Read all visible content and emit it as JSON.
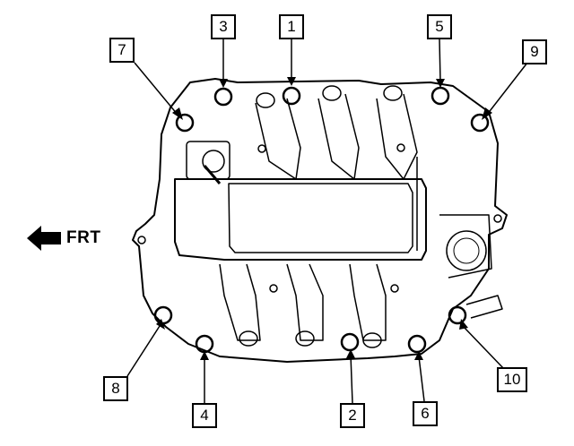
{
  "direction_label": "FRT",
  "callouts": [
    {
      "id": "1",
      "label": "1"
    },
    {
      "id": "2",
      "label": "2"
    },
    {
      "id": "3",
      "label": "3"
    },
    {
      "id": "4",
      "label": "4"
    },
    {
      "id": "5",
      "label": "5"
    },
    {
      "id": "6",
      "label": "6"
    },
    {
      "id": "7",
      "label": "7"
    },
    {
      "id": "8",
      "label": "8"
    },
    {
      "id": "9",
      "label": "9"
    },
    {
      "id": "10",
      "label": "10"
    }
  ]
}
